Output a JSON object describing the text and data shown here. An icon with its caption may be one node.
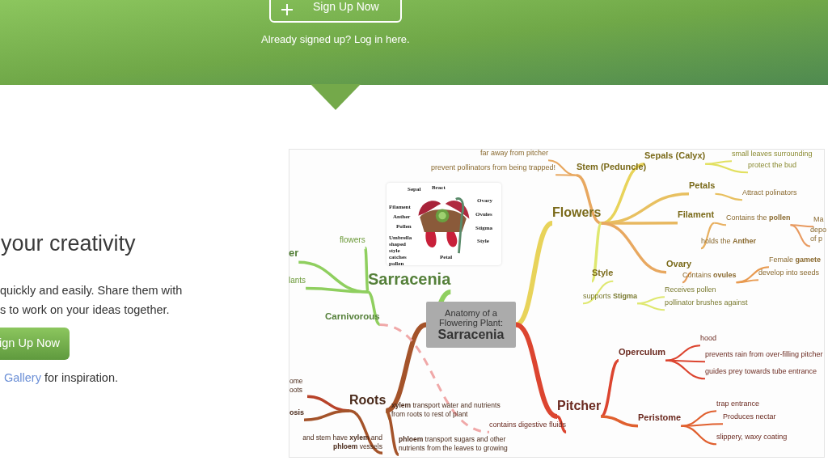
{
  "diagram": {
    "nodes": [
      {
        "text": [
          "Anatomy of a Flowering Plant:",
          "Sarracenia"
        ]
      },
      {
        "text": [
          "Sarracenia"
        ]
      },
      {
        "text": [
          "flowers"
        ]
      },
      {
        "text": [
          "er"
        ]
      },
      {
        "text": [
          "lants"
        ]
      },
      {
        "text": [
          "Carnivorous"
        ]
      },
      {
        "text": [
          "Flowers"
        ]
      },
      {
        "text": [
          "Stem (Peduncle)"
        ]
      },
      {
        "text": [
          "far away from pitcher"
        ]
      },
      {
        "text": [
          "prevent pollinators from being trapped!"
        ]
      },
      {
        "text": [
          "Sepals (Calyx)"
        ]
      },
      {
        "text": [
          "small leaves surrounding"
        ]
      },
      {
        "text": [
          "protect the bud"
        ]
      },
      {
        "text": [
          "Petals"
        ]
      },
      {
        "text": [
          "Attract polinators"
        ]
      },
      {
        "text": [
          "Filament"
        ]
      },
      {
        "text": [
          "Contains the **pollen**"
        ]
      },
      {
        "text": [
          "Ma"
        ]
      },
      {
        "text": [
          "depo of p"
        ]
      },
      {
        "text": [
          "holds the **Anther**"
        ]
      },
      {
        "text": [
          "Ovary"
        ]
      },
      {
        "text": [
          "Contains **ovules**"
        ]
      },
      {
        "text": [
          "Female **gamete**"
        ]
      },
      {
        "text": [
          "develop into seeds"
        ]
      },
      {
        "text": [
          "Style"
        ]
      },
      {
        "text": [
          "supports **Stigma**"
        ]
      },
      {
        "text": [
          "Receives pollen"
        ]
      },
      {
        "text": [
          "pollinator brushes against"
        ]
      },
      {
        "text": [
          "Pitcher"
        ]
      },
      {
        "text": [
          "Operculum"
        ]
      },
      {
        "text": [
          "hood"
        ]
      },
      {
        "text": [
          "prevents rain from over-filling pitcher"
        ]
      },
      {
        "text": [
          "guides prey towards tube entrance"
        ]
      },
      {
        "text": [
          "Peristome"
        ]
      },
      {
        "text": [
          "trap entrance"
        ]
      },
      {
        "text": [
          "Produces nectar"
        ]
      },
      {
        "text": [
          "slippery, waxy coating"
        ]
      },
      {
        "text": [
          "contains digestive fluids"
        ]
      },
      {
        "text": [
          "Roots"
        ]
      },
      {
        "text": [
          "ome oots"
        ]
      },
      {
        "text": [
          "osis"
        ]
      },
      {
        "text": [
          "**xylem** transport water and nutrients from roots to rest of plant"
        ]
      },
      {
        "text": [
          "**phloem** transport sugars and other nutrients from the leaves to growing"
        ]
      },
      {
        "text": [
          "and stem have **xylem** and **phloem** vessels"
        ]
      },
      {
        "text": [],
        "shape": "picture"
      }
    ],
    "edges": [
      {
        "from": 0,
        "to": 1,
        "arrow": "none",
        "style": "thick",
        "color": "#8fcf5f"
      },
      {
        "from": 1,
        "to": 2,
        "arrow": "none",
        "color": "#8fcf5f"
      },
      {
        "from": 1,
        "to": 3,
        "arrow": "none",
        "color": "#8fcf5f"
      },
      {
        "from": 1,
        "to": 4,
        "arrow": "none",
        "color": "#8fcf5f"
      },
      {
        "from": 1,
        "to": 5,
        "arrow": "none",
        "color": "#8fcf5f"
      },
      {
        "from": 0,
        "to": 6,
        "arrow": "none",
        "style": "thick",
        "color": "#e8d35a"
      },
      {
        "from": 6,
        "to": 7,
        "arrow": "none",
        "color": "#e8a860"
      },
      {
        "from": 7,
        "to": 8,
        "arrow": "none",
        "color": "#e8a860"
      },
      {
        "from": 7,
        "to": 9,
        "arrow": "none",
        "color": "#e8a860"
      },
      {
        "from": 6,
        "to": 10,
        "arrow": "none",
        "color": "#e8d35a"
      },
      {
        "from": 10,
        "to": 11,
        "arrow": "none",
        "color": "#e2e060"
      },
      {
        "from": 10,
        "to": 12,
        "arrow": "none",
        "color": "#e2e060"
      },
      {
        "from": 6,
        "to": 13,
        "arrow": "none",
        "color": "#e8c060"
      },
      {
        "from": 13,
        "to": 14,
        "arrow": "none",
        "color": "#e8c060"
      },
      {
        "from": 6,
        "to": 15,
        "arrow": "none",
        "color": "#e8b860"
      },
      {
        "from": 15,
        "to": 16,
        "arrow": "none",
        "color": "#e8b060"
      },
      {
        "from": 16,
        "to": 17,
        "arrow": "none",
        "color": "#e89a60"
      },
      {
        "from": 16,
        "to": 18,
        "arrow": "none",
        "color": "#e89a60"
      },
      {
        "from": 15,
        "to": 19,
        "arrow": "none",
        "color": "#e8b060"
      },
      {
        "from": 6,
        "to": 20,
        "arrow": "none",
        "color": "#e8a860"
      },
      {
        "from": 20,
        "to": 21,
        "arrow": "none",
        "color": "#e8a060"
      },
      {
        "from": 21,
        "to": 22,
        "arrow": "none",
        "color": "#e89a50"
      },
      {
        "from": 21,
        "to": 23,
        "arrow": "none",
        "color": "#e89a50"
      },
      {
        "from": 6,
        "to": 24,
        "arrow": "none",
        "color": "#dfe870"
      },
      {
        "from": 24,
        "to": 25,
        "arrow": "none",
        "color": "#dfe870"
      },
      {
        "from": 25,
        "to": 26,
        "arrow": "none",
        "color": "#dfe870"
      },
      {
        "from": 25,
        "to": 27,
        "arrow": "none",
        "color": "#dfe870"
      },
      {
        "from": 0,
        "to": 28,
        "arrow": "none",
        "style": "thick",
        "color": "#dc4530"
      },
      {
        "from": 28,
        "to": 29,
        "arrow": "none",
        "color": "#dc4530"
      },
      {
        "from": 29,
        "to": 30,
        "arrow": "none",
        "color": "#dc4530"
      },
      {
        "from": 29,
        "to": 31,
        "arrow": "none",
        "color": "#dc4530"
      },
      {
        "from": 29,
        "to": 32,
        "arrow": "none",
        "color": "#dc4530"
      },
      {
        "from": 28,
        "to": 33,
        "arrow": "none",
        "color": "#e0602f"
      },
      {
        "from": 33,
        "to": 34,
        "arrow": "none",
        "color": "#e0602f"
      },
      {
        "from": 33,
        "to": 35,
        "arrow": "none",
        "color": "#e0602f"
      },
      {
        "from": 33,
        "to": 36,
        "arrow": "none",
        "color": "#e0602f"
      },
      {
        "from": 28,
        "to": 37,
        "arrow": "none",
        "color": "#dc4530"
      },
      {
        "from": 0,
        "to": 38,
        "arrow": "none",
        "style": "thick",
        "color": "#a4532a"
      },
      {
        "from": 38,
        "to": 39,
        "arrow": "none",
        "color": "#b8432a"
      },
      {
        "from": 38,
        "to": 40,
        "arrow": "none",
        "color": "#a4532a"
      },
      {
        "from": 38,
        "to": 41,
        "arrow": "none",
        "color": "#a8782a"
      },
      {
        "from": 38,
        "to": 42,
        "arrow": "none",
        "color": "#a4532a"
      },
      {
        "from": 38,
        "to": 43,
        "arrow": "none",
        "color": "#a4532a"
      },
      {
        "from": 5,
        "to": 37,
        "arrow": "none",
        "style": "dashed",
        "color": "#f0a8a8"
      }
    ],
    "labels": [
      "Sign Up Now",
      "Already signed up? Log in here.",
      "your creativity",
      "quickly and easily. Share them with",
      "s to work on your ideas together.",
      "ign Up Now",
      "Gallery",
      "for inspiration.",
      "Sepal",
      "Bract",
      "Ovary",
      "Filament",
      "Ovules",
      "Anther",
      "Stigma",
      "Pollen",
      "Style",
      "Umbrella shaped style catches pollen",
      "Petal"
    ]
  }
}
